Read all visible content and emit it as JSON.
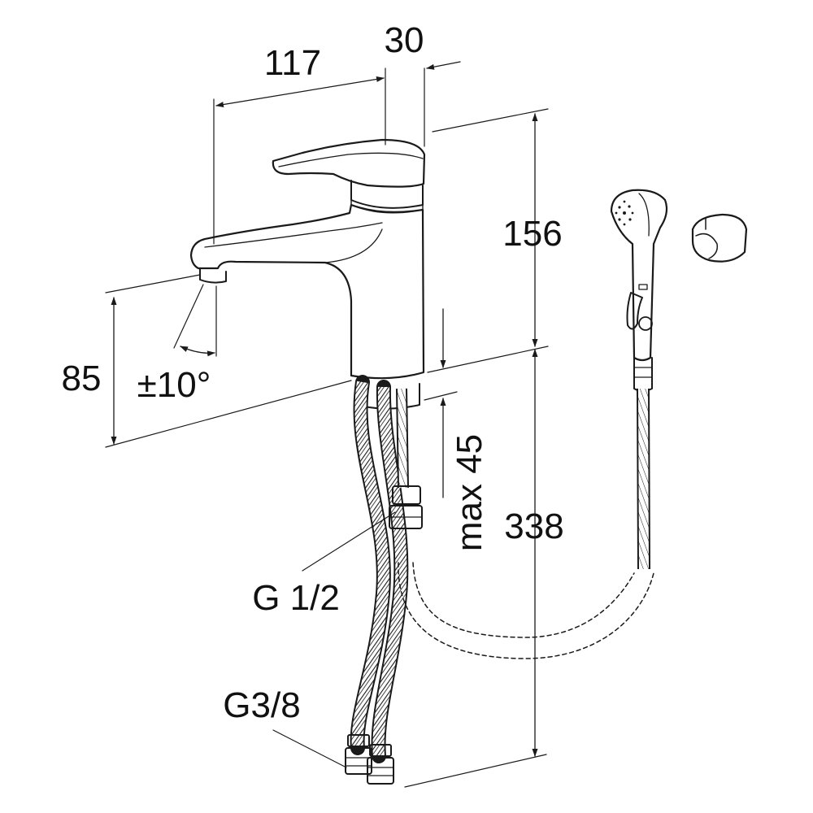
{
  "dimensions": {
    "spout_reach": "117",
    "body_depth": "30",
    "total_height": "156",
    "spout_height": "85",
    "swivel_angle": "±10°",
    "thickness": "max 45",
    "hose_length": "338"
  },
  "thread_labels": {
    "hand_shower_connection": "G 1/2",
    "supply_connection": "G3/8"
  }
}
